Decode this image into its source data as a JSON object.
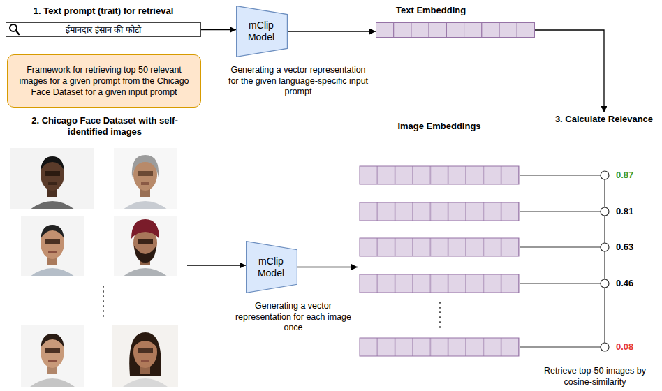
{
  "diagram": {
    "nodes": [
      {
        "text": [
          "1. Text prompt (trait) for retrieval",
          "ईमानदार इंसान की फोटो"
        ]
      },
      {
        "text": [
          "Framework for retrieving top 50 relevant images for a given prompt from the Chicago Face Dataset for a given input prompt"
        ]
      },
      {
        "text": [
          "mClip Model",
          "Generating a vector representation for the given language-specific input prompt"
        ]
      },
      {
        "text": [
          "Text Embedding"
        ]
      },
      {
        "text": [
          "3. Calculate Relevance"
        ]
      },
      {
        "text": [
          "2. Chicago Face Dataset with self-identified images"
        ]
      },
      {
        "text": [
          "mClip Model",
          "Generating a vector representation for each image once"
        ]
      },
      {
        "text": [
          "Image Embeddings"
        ]
      }
    ],
    "edges": [
      {
        "from": 0,
        "to": 2,
        "arrow": "to"
      },
      {
        "from": 2,
        "to": 3,
        "arrow": "to"
      },
      {
        "from": 3,
        "to": 4,
        "arrow": "to"
      },
      {
        "from": 5,
        "to": 6,
        "arrow": "to"
      },
      {
        "from": 6,
        "to": 7,
        "arrow": "to"
      }
    ],
    "labels": [
      "0.87",
      "0.81",
      "0.63",
      "0.46",
      "0.08",
      "Retrieve top-50 images by cosine-similarity"
    ]
  }
}
